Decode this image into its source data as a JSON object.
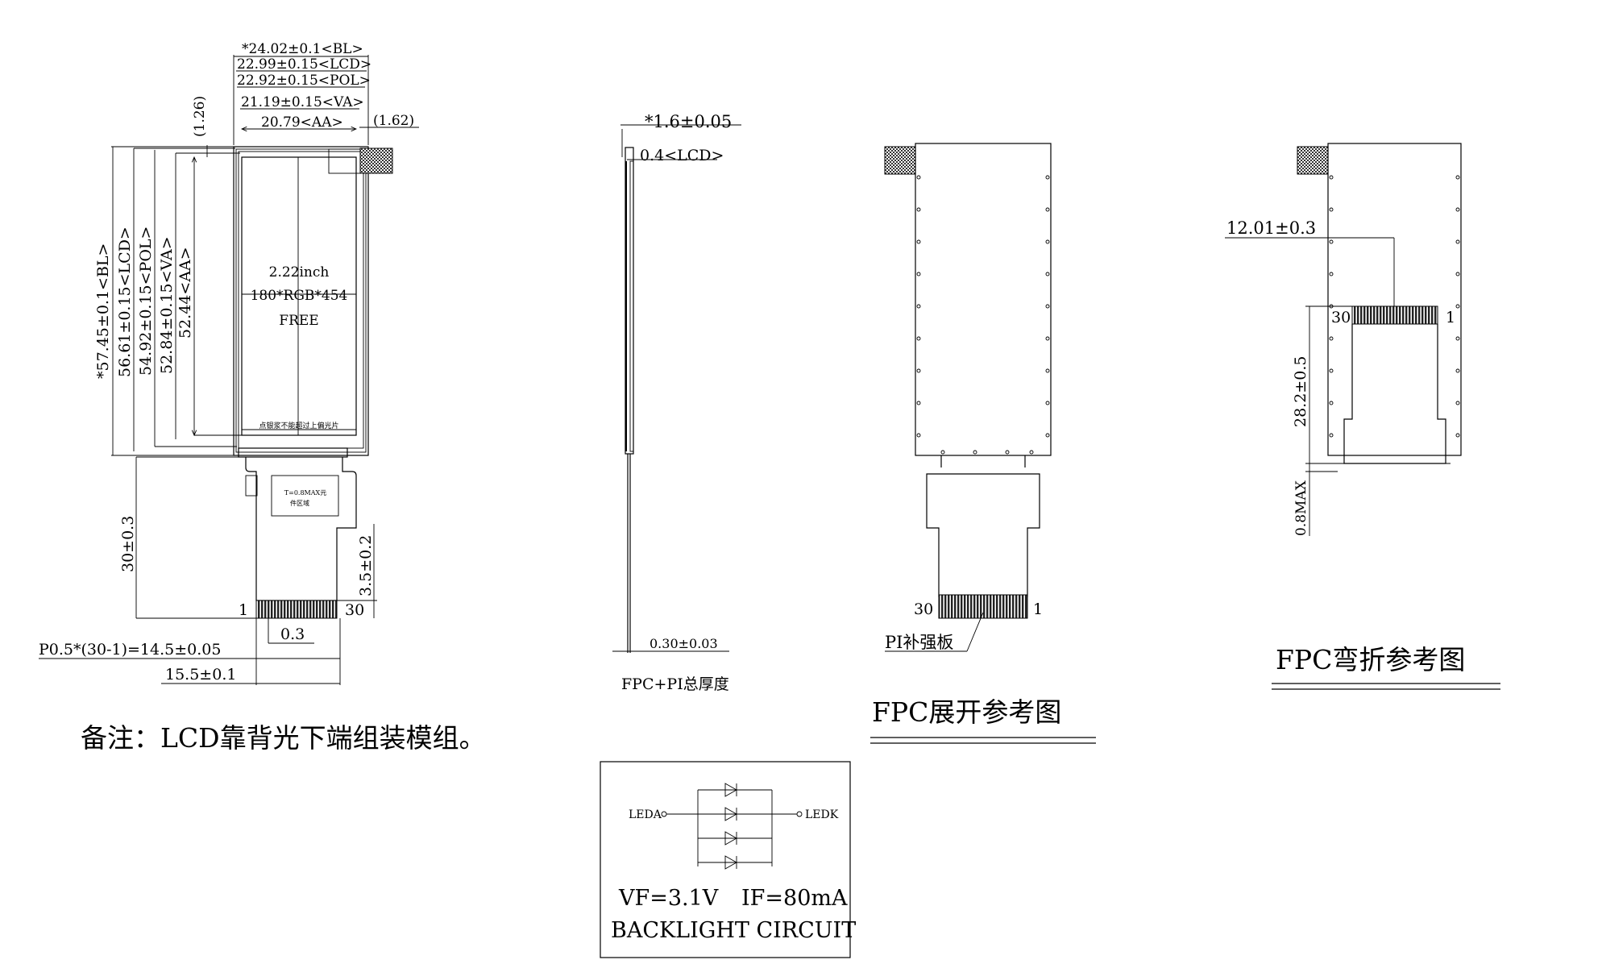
{
  "front_view": {
    "dim_bl_width": "*24.02±0.1<BL>",
    "dim_lcd_width": "22.99±0.15<LCD>",
    "dim_pol_width": "22.92±0.15<POL>",
    "dim_va_width": "21.19±0.15<VA>",
    "dim_aa_width": "20.79<AA>",
    "dim_left_offset": "(1.26)",
    "dim_right_offset": "(1.62)",
    "dim_bl_height": "*57.45±0.1<BL>",
    "dim_lcd_height": "56.61±0.15<LCD>",
    "dim_pol_height": "54.92±0.15<POL>",
    "dim_va_height": "52.84±0.15<VA>",
    "dim_aa_height": "52.44<AA>",
    "panel_size": "2.22inch",
    "panel_resolution": "180*RGB*454",
    "panel_mode": "FREE",
    "panel_note": "点银浆不能超过上偏光片",
    "component_area_line1": "T=0.8MAX元",
    "component_area_line2": "件区域",
    "dim_fpc_length": "30±0.3",
    "dim_stiffener": "3.5±0.2",
    "pin_first": "1",
    "pin_last": "30",
    "dim_pin_width": "0.3",
    "dim_pitch": "P0.5*(30-1)=14.5±0.05",
    "dim_connector_width": "15.5±0.1"
  },
  "remark": "备注：LCD靠背光下端组装模组。",
  "side_view": {
    "dim_total": "*1.6±0.05",
    "dim_lcd": "0.4<LCD>",
    "dim_fpc_pi": "0.30±0.03",
    "caption": "FPC+PI总厚度"
  },
  "unfolded_view": {
    "pin_first": "1",
    "pin_last": "30",
    "stiffener_label": "PI补强板",
    "title": "FPC展开参考图"
  },
  "folded_view": {
    "dim_offset": "12.01±0.3",
    "dim_fold": "28.2±0.5",
    "dim_max": "0.8MAX",
    "pin_first": "1",
    "pin_last": "30",
    "title": "FPC弯折参考图"
  },
  "circuit": {
    "anode": "LEDA",
    "cathode": "LEDK",
    "vf": "VF=3.1V",
    "if": "IF=80mA",
    "title": "BACKLIGHT CIRCUIT"
  }
}
